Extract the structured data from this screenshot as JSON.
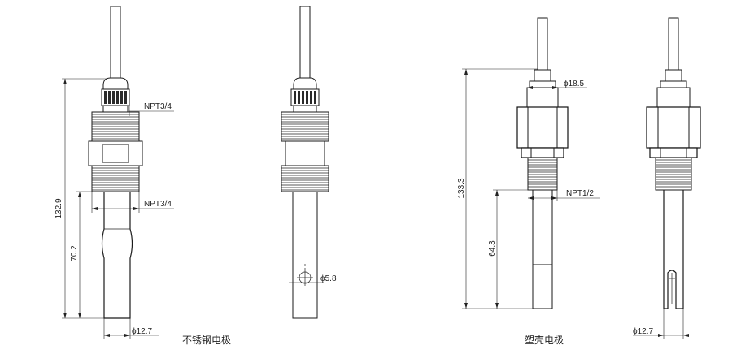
{
  "diagram": {
    "stainless": {
      "dim_total": "132.9",
      "dim_lower": "70.2",
      "thread_top": "NPT3/4",
      "thread_bottom": "NPT3/4",
      "dia_shaft": "ϕ12.7",
      "dia_hole": "ϕ5.8",
      "caption": "不锈钢电极"
    },
    "plastic": {
      "dim_total": "133.3",
      "dim_lower": "64.3",
      "dia_hex": "ϕ18.5",
      "thread": "NPT1/2",
      "dia_shaft": "ϕ12.7",
      "caption": "塑壳电极"
    }
  }
}
